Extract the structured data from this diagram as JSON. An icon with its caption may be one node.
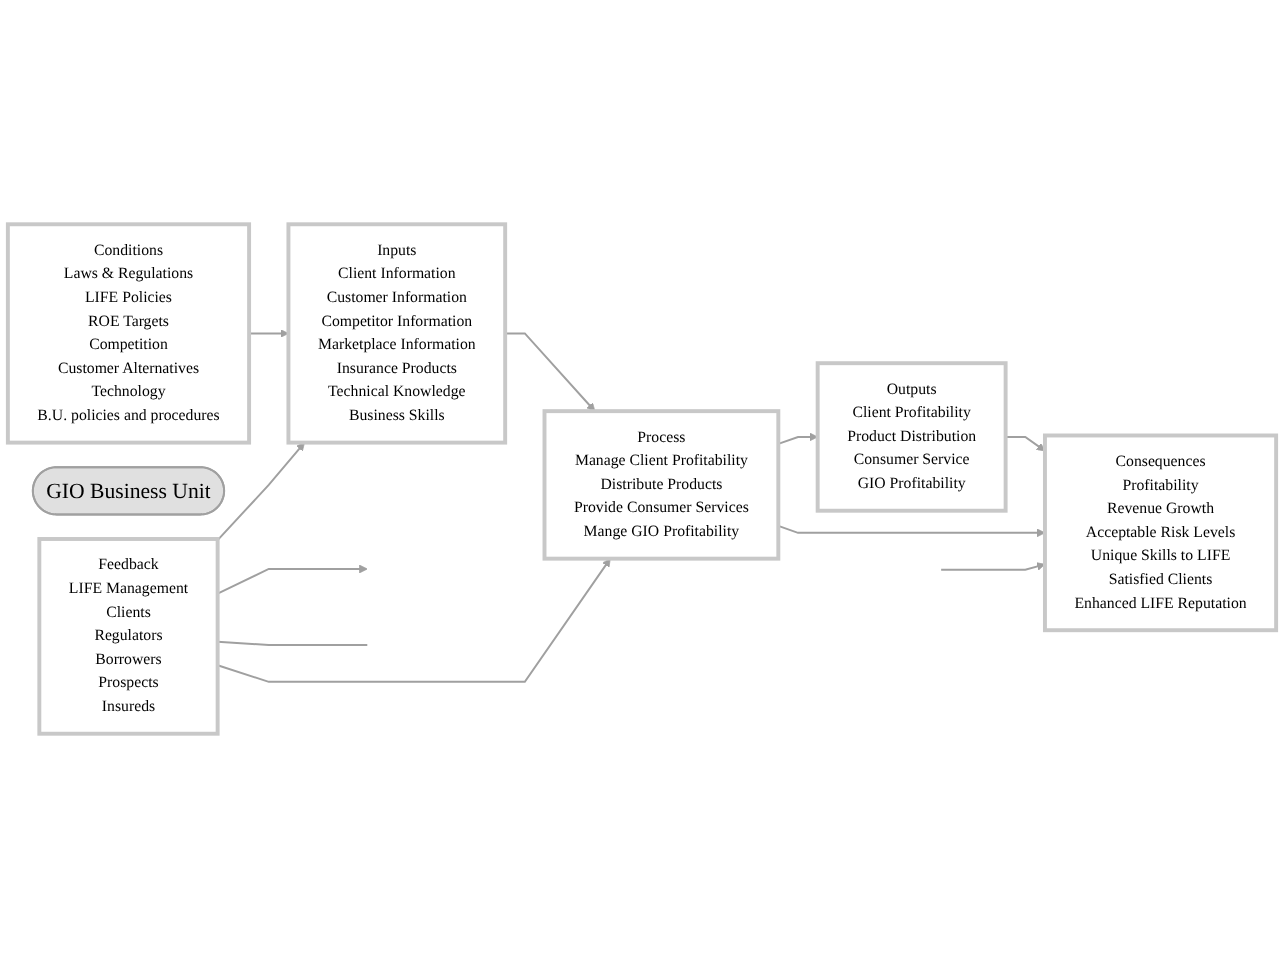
{
  "diagram": {
    "nodes": [
      {
        "text": [
          "Conditions",
          "Laws & Regulations",
          "LIFE Policies",
          "ROE Targets",
          "Competition",
          "Customer Alternatives",
          "Technology",
          "B.U. policies and procedures"
        ]
      },
      {
        "text": [
          "GIO Business Unit"
        ]
      },
      {
        "text": [
          "Outputs",
          "Client Profitability",
          "Product Distribution",
          "Consumer Service",
          "GIO Profitability"
        ]
      },
      {
        "text": [
          "Inputs",
          "Client Information",
          "Customer Information",
          "Competitor Information",
          "Marketplace Information",
          "Insurance Products",
          "Technical Knowledge",
          "Business Skills"
        ]
      },
      {
        "text": [
          "Process",
          "Manage Client Profitability",
          "Distribute Products",
          "Provide Consumer Services",
          "Mange GIO Profitability"
        ]
      },
      {
        "text": [
          "Consequences",
          "Profitability",
          "Revenue Growth",
          "Acceptable Risk Levels",
          "Unique Skills to LIFE",
          "Satisfied Clients",
          "Enhanced LIFE Reputation"
        ]
      },
      {
        "text": [
          "Feedback",
          "LIFE Management",
          "Clients",
          "Regulators",
          "Borrowers",
          "Prospects",
          "Insureds"
        ]
      }
    ],
    "edges": [
      {
        "from": 0,
        "to": 3,
        "arrow": "to"
      },
      {
        "from": 3,
        "to": 4,
        "arrow": "to"
      },
      {
        "from": 4,
        "to": 2,
        "arrow": "to"
      },
      {
        "from": 2,
        "to": 5,
        "arrow": "to"
      },
      {
        "from": 4,
        "to": 5,
        "arrow": "to"
      },
      {
        "from": 6,
        "to": 3,
        "arrow": "to"
      },
      {
        "from": 6,
        "to": 4,
        "arrow": "to"
      },
      {
        "from": 6,
        "to": null,
        "arrow": "to"
      },
      {
        "from": 6,
        "to": null,
        "arrow": "none"
      },
      {
        "from": null,
        "to": 5,
        "arrow": "to"
      }
    ]
  }
}
